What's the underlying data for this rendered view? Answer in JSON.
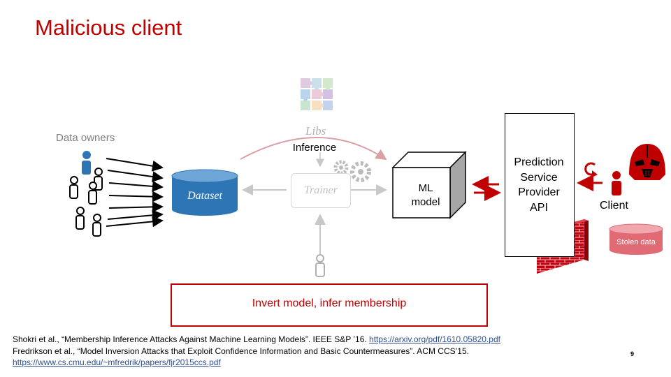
{
  "title": "Malicious client",
  "labels": {
    "data_owners": "Data owners",
    "libs": "Libs",
    "inference": "Inference",
    "dataset": "Dataset",
    "trainer": "Trainer",
    "ml_model_line1": "ML",
    "ml_model_line2": "model",
    "psp_line1": "Prediction",
    "psp_line2": "Service",
    "psp_line3": "Provider",
    "psp_line4": "API",
    "client": "Client",
    "stolen_data": "Stolen data",
    "invert": "Invert model, infer membership"
  },
  "references": {
    "ref1_text": "Shokri et al., “Membership Inference Attacks Against Machine Learning Models”. IEEE S&P ’16.",
    "ref1_link": "https://arxiv.org/pdf/1610.05820.pdf",
    "ref2_text": "Fredrikson et al., “Model Inversion Attacks that Exploit Confidence Information and Basic Countermeasures”. ACM CCS’15.",
    "ref2_link": "https://www.cs.cmu.edu/~mfredrik/papers/fjr2015ccs.pdf"
  },
  "page_number": "9",
  "colors": {
    "title_red": "#c00000",
    "dataset_blue": "#2e75b6",
    "brick_red": "#c0000f",
    "stolen_pink": "#e06b74"
  }
}
